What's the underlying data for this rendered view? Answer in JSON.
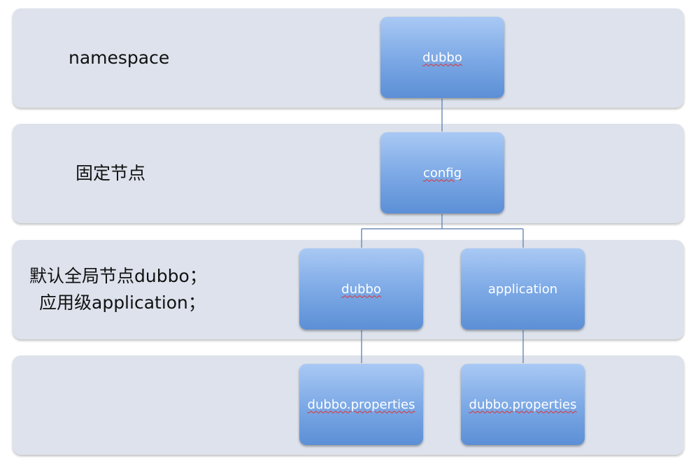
{
  "rows": [
    {
      "label_lines": [
        "namespace"
      ]
    },
    {
      "label_lines": [
        "固定节点"
      ]
    },
    {
      "label_lines": [
        "默认全局节点dubbo；",
        "应用级application；"
      ]
    },
    {
      "label_lines": []
    }
  ],
  "nodes": {
    "root": "dubbo",
    "config": "config",
    "dubbo_global": "dubbo",
    "application": "application",
    "dubbo_properties_global": "dubbo.properties",
    "dubbo_properties_app": "dubbo.properties"
  },
  "colors": {
    "band_fill": "#dde2ec",
    "node_top": "#a9c9f4",
    "node_bottom": "#5c8fd6",
    "connector": "#6f8fb8",
    "spellcheck_underline": "#e0302f"
  }
}
